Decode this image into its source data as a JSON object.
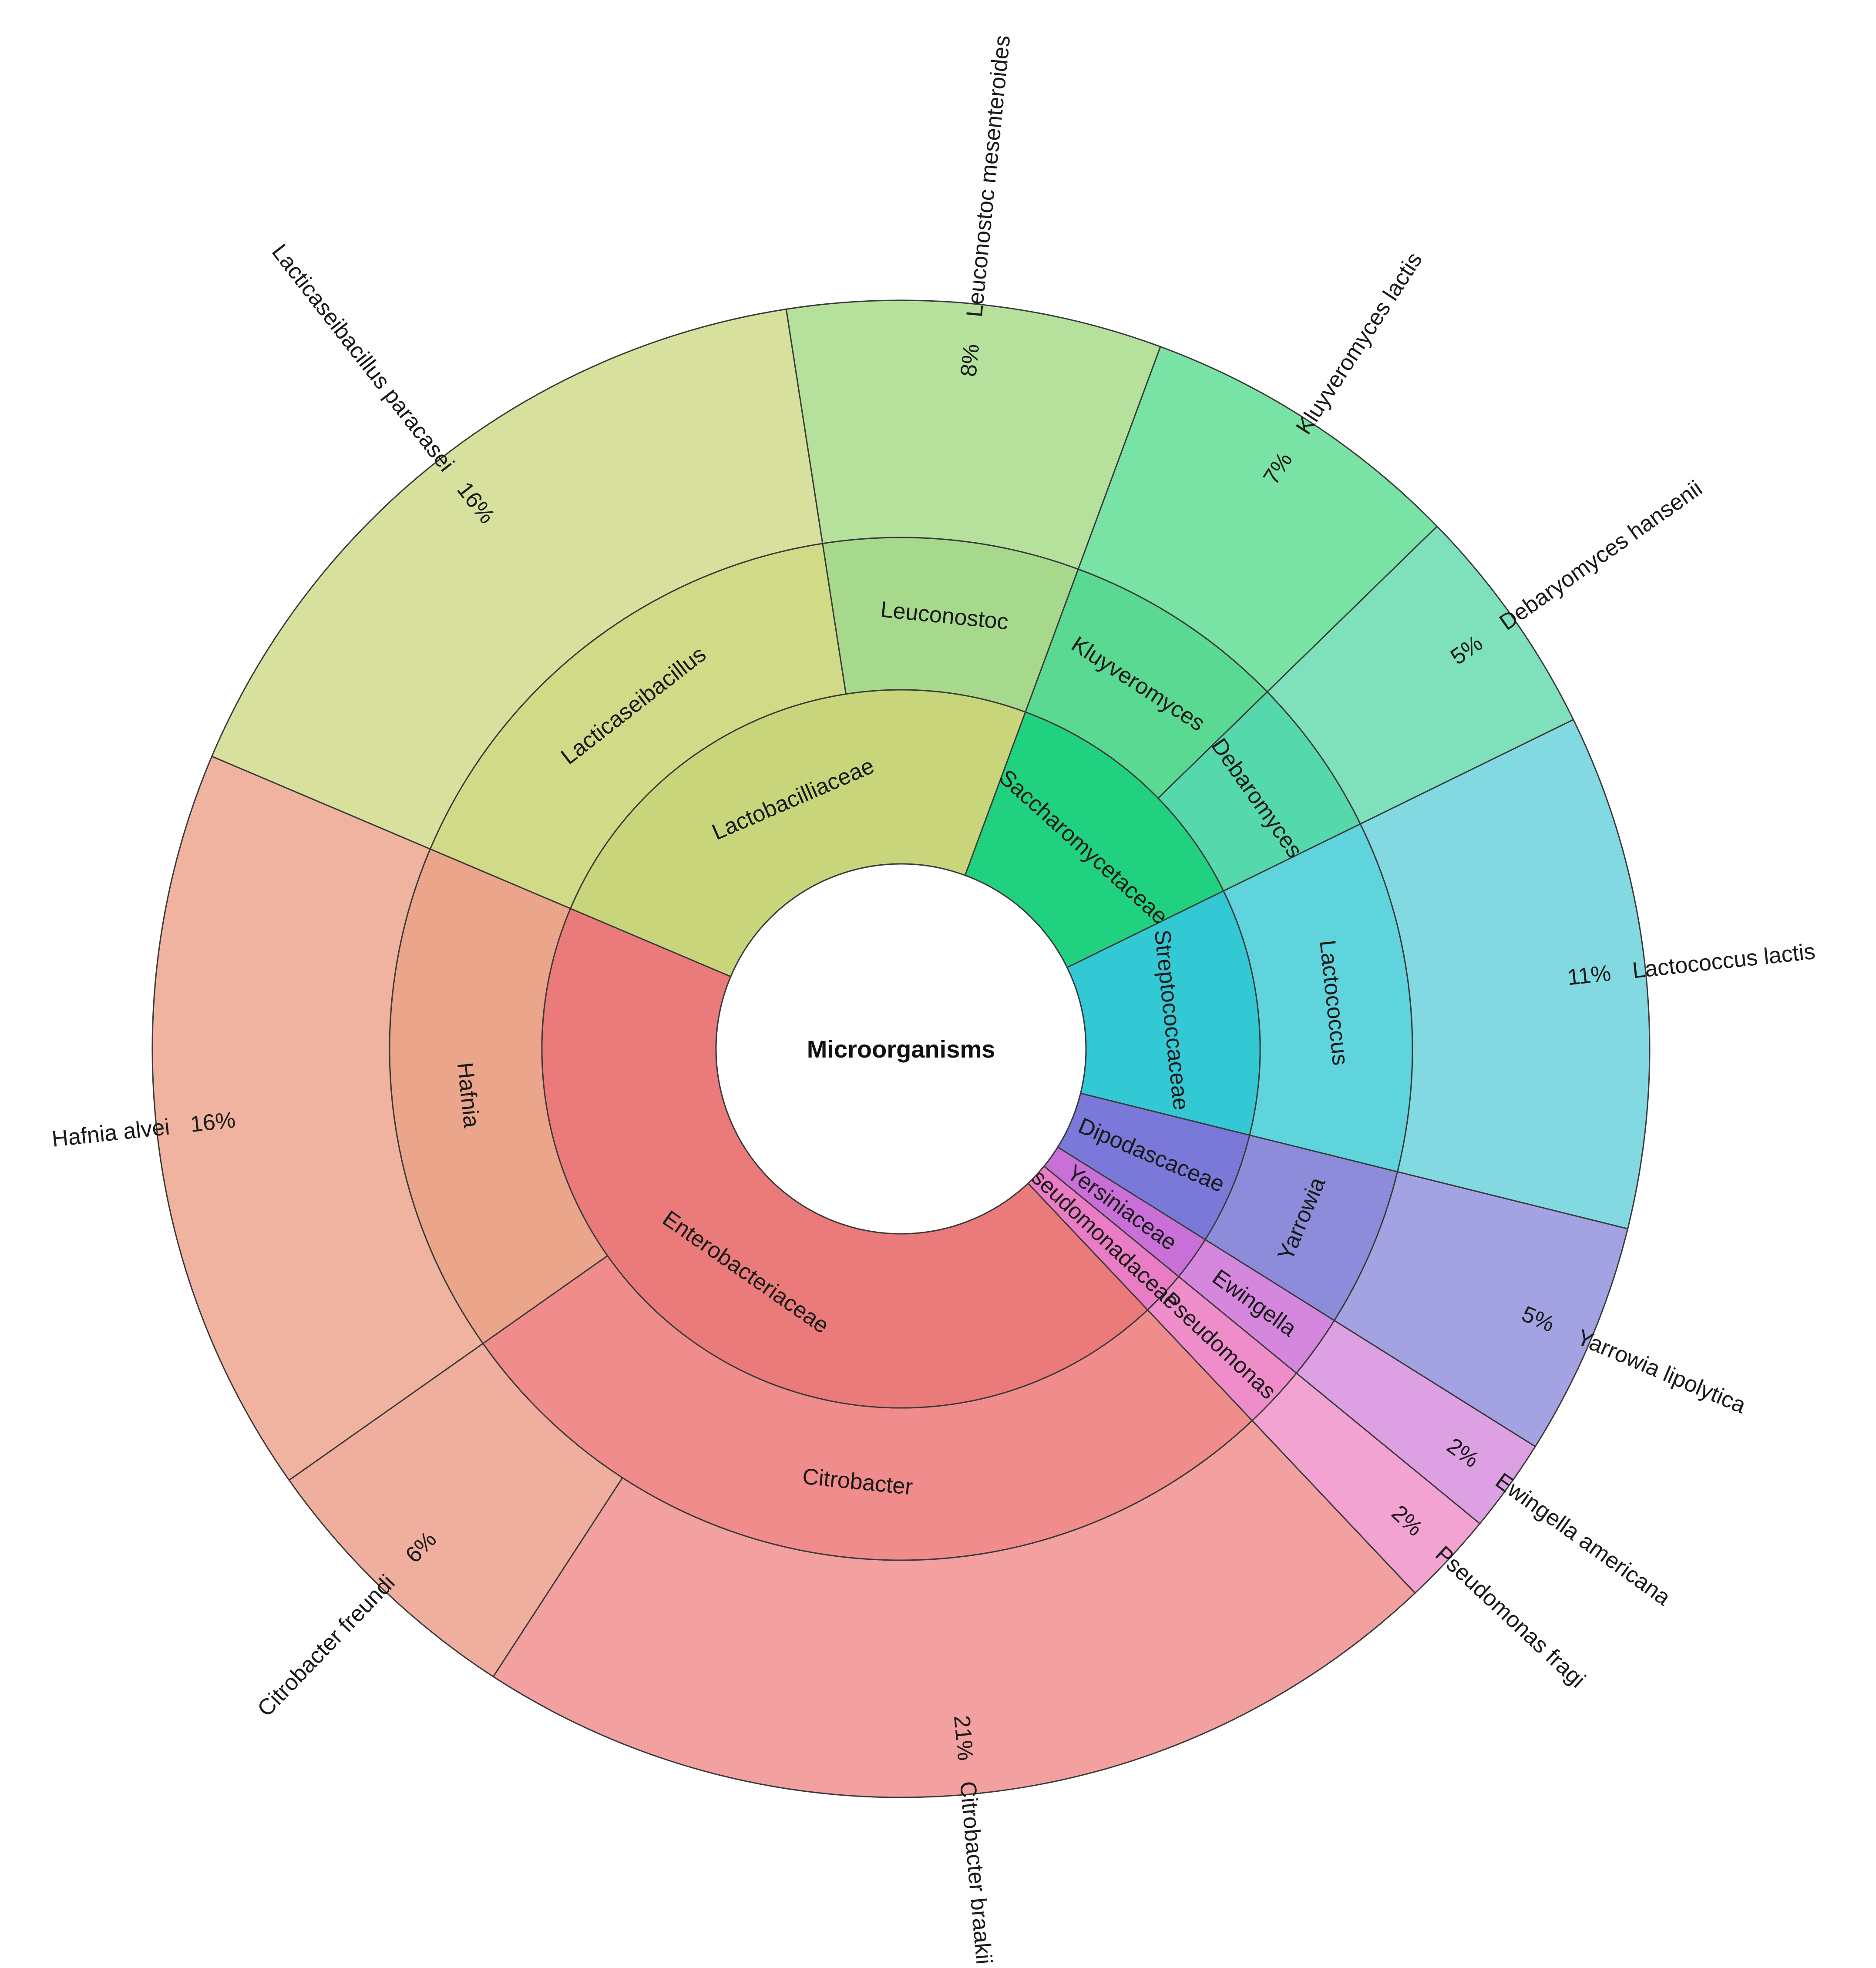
{
  "chart_data": {
    "type": "sunburst",
    "title": "",
    "center_label": "Microorganisms",
    "levels": [
      "family",
      "genus",
      "species"
    ],
    "families": [
      {
        "name": "Lactobacilliaceae",
        "color": "#c8d57a",
        "genera": [
          {
            "name": "Lacticaseibacillus",
            "color": "#d1db87",
            "species": [
              {
                "name": "Lacticaseibacillus paracasei",
                "value": 16,
                "label": "16%",
                "color": "#d8e09e"
              }
            ]
          },
          {
            "name": "Leuconostoc",
            "color": "#a7d98c",
            "species": [
              {
                "name": "Leuconostoc mesenteroides",
                "value": 8,
                "label": "8%",
                "color": "#b6e19d"
              }
            ]
          }
        ]
      },
      {
        "name": "Saccharomycetaceae",
        "color": "#20d27f",
        "genera": [
          {
            "name": "Kluyveromyces",
            "color": "#5ad993",
            "species": [
              {
                "name": "Kluyveromyces lactis",
                "value": 7,
                "label": "7%",
                "color": "#79e2a5"
              }
            ]
          },
          {
            "name": "Debaromyces",
            "color": "#56d8ad",
            "species": [
              {
                "name": "Debaryomyces hansenii",
                "value": 5,
                "label": "5%",
                "color": "#7fe0bc"
              }
            ]
          }
        ]
      },
      {
        "name": "Streptococcaceae",
        "color": "#32c8d4",
        "genera": [
          {
            "name": "Lactococcus",
            "color": "#5fd4dc",
            "species": [
              {
                "name": "Lactococcus lactis",
                "value": 11,
                "label": "11%",
                "color": "#83d9e1"
              }
            ]
          }
        ]
      },
      {
        "name": "Dipodascaceae",
        "color": "#7a78d8",
        "genera": [
          {
            "name": "Yarrowia",
            "color": "#8c8cdb",
            "species": [
              {
                "name": "Yarrowia lipolytica",
                "value": 5,
                "label": "5%",
                "color": "#a3a2e2"
              }
            ]
          }
        ]
      },
      {
        "name": "Yersiniaceae",
        "color": "#c96fd8",
        "genera": [
          {
            "name": "Ewingella",
            "color": "#d487dd",
            "species": [
              {
                "name": "Ewingella americana",
                "value": 2,
                "label": "2%",
                "color": "#dca0e3"
              }
            ]
          }
        ]
      },
      {
        "name": "Pseudomonadaceae",
        "color": "#e97cc4",
        "genera": [
          {
            "name": "Pseudomonas",
            "color": "#ee8dca",
            "species": [
              {
                "name": "Pseudomonas fragi",
                "value": 2,
                "label": "2%",
                "color": "#f2a3d2"
              }
            ]
          }
        ]
      },
      {
        "name": "Enterobacteriaceae",
        "color": "#eb7b7b",
        "genera": [
          {
            "name": "Citrobacter",
            "color": "#f08c8c",
            "species": [
              {
                "name": "Citrobacter braakii",
                "value": 21,
                "label": "21%",
                "color": "#f2a0a0"
              },
              {
                "name": "Citrobacter freundi",
                "value": 6,
                "label": "6%",
                "color": "#f0ae9e"
              }
            ]
          },
          {
            "name": "Hafnia",
            "color": "#eaa58b",
            "species": [
              {
                "name": "Hafnia alvei",
                "value": 16,
                "label": "16%",
                "color": "#f0b39f"
              }
            ]
          }
        ]
      }
    ]
  }
}
